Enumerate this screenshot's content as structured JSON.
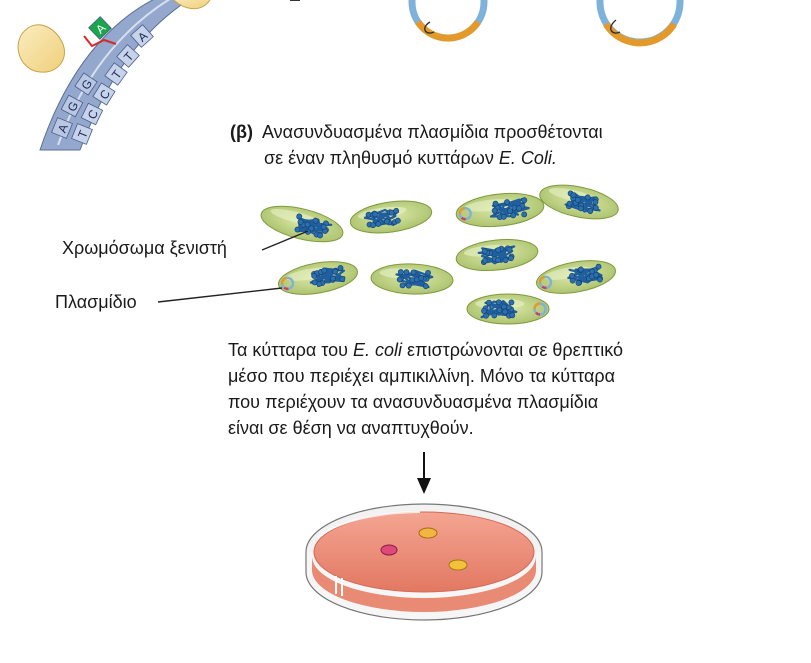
{
  "section_b": {
    "label": "(β)",
    "line1": "Ανασυνδυασμένα πλασμίδια προσθέτονται",
    "line2_prefix": "σε έναν πληθυσμό κυττάρων ",
    "line2_italic": "E. Coli."
  },
  "labels": {
    "host_chromosome": "Χρωμόσωμα ξενιστή",
    "plasmid": "Πλασμίδιο"
  },
  "culture_text": {
    "line1_prefix": "Τα κύτταρα του ",
    "line1_italic": "E. coli",
    "line1_suffix": " επιστρώνονται σε θρεπτικό",
    "line2": "μέσο που περιέχει αμπικιλλίνη. Μόνο τα κύτταρα",
    "line3": "που περιέχουν  τα ανασυνδυασμένα πλασμίδια",
    "line4": "είναι σε θέση να αναπτυχθούν."
  },
  "dna_bases": {
    "top": [
      "A",
      "G",
      "G",
      "A"
    ],
    "bottom": [
      "T",
      "C",
      "C",
      "T",
      "T",
      "A"
    ]
  },
  "colors": {
    "cell_fill": "#c9dc8e",
    "chromosome": "#1f5f9e",
    "plasmid_orange": "#e39a2a",
    "plasmid_blue": "#7fb2da",
    "dish_agar": "#ef8f78",
    "dna_strand": "#8aa0c6",
    "enzyme": "#f4dc95",
    "highlight_green": "#1aa64a"
  }
}
